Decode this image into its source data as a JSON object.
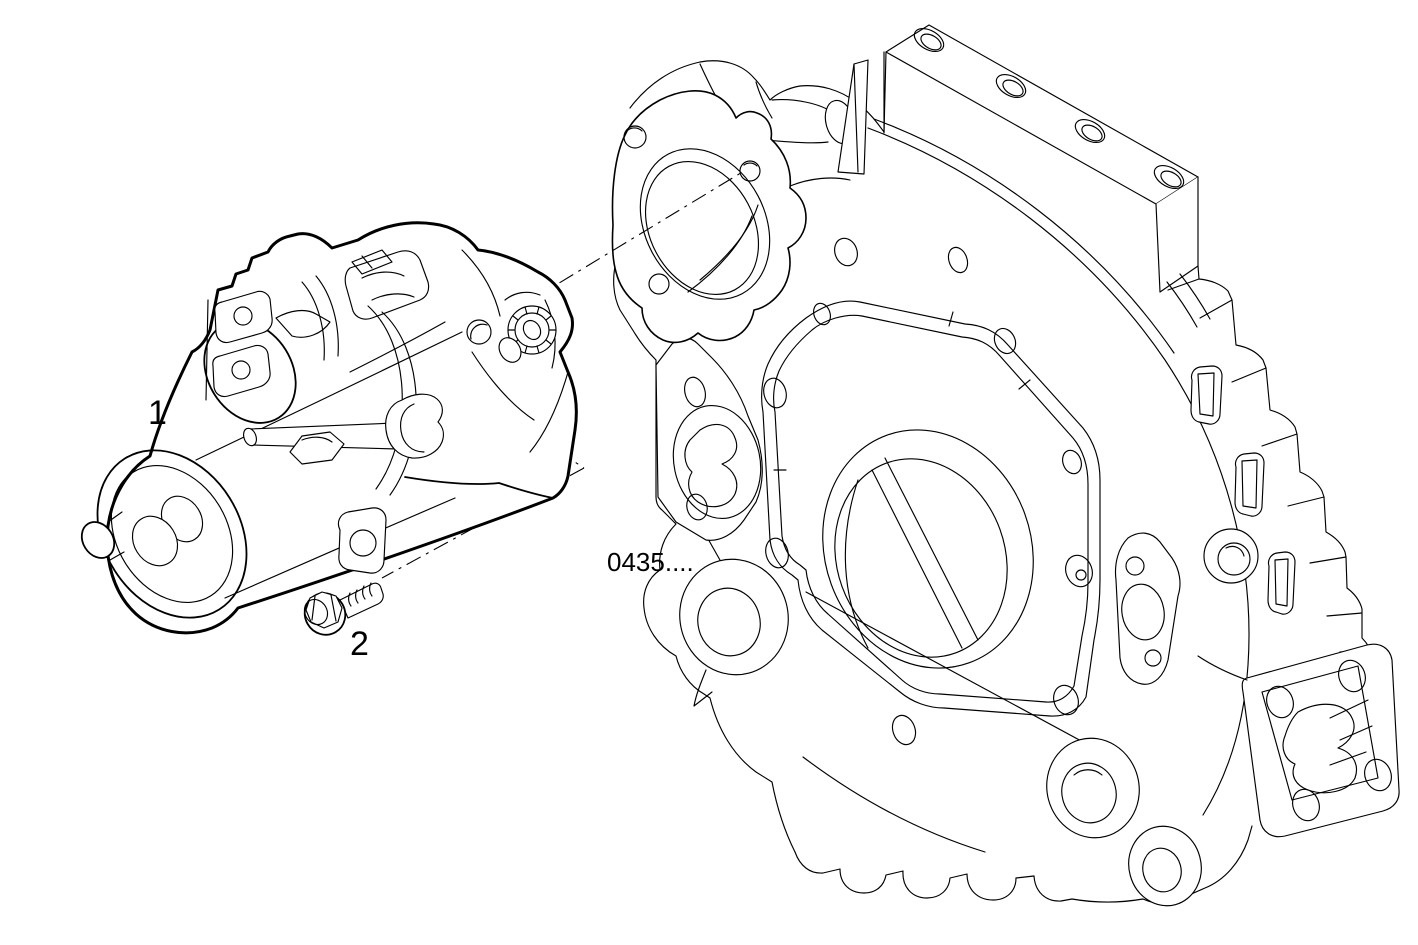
{
  "diagram": {
    "background_color": "#ffffff",
    "line_color": "#000000",
    "callouts": {
      "item1": "1",
      "item2": "2"
    },
    "part_reference": "0435...."
  }
}
